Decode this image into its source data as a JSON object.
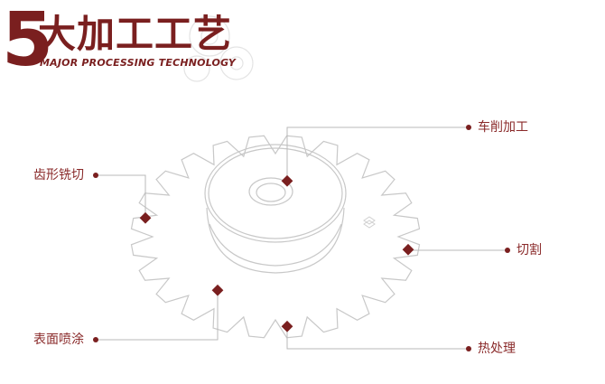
{
  "header": {
    "number": "5",
    "title": "大加工工艺",
    "subtitle": "MAJOR PROCESSING TECHNOLOGY"
  },
  "callouts": [
    {
      "id": "turning",
      "label": "车削加工"
    },
    {
      "id": "hobbing",
      "label": "齿形铣切"
    },
    {
      "id": "cutting",
      "label": "切割"
    },
    {
      "id": "coating",
      "label": "表面喷涂"
    },
    {
      "id": "heat",
      "label": "热处理"
    }
  ],
  "colors": {
    "accent": "#7a1f1f",
    "label_text": "#8a2a2a",
    "line": "#b9b9b9",
    "gear_stroke": "#c8c8c8"
  }
}
